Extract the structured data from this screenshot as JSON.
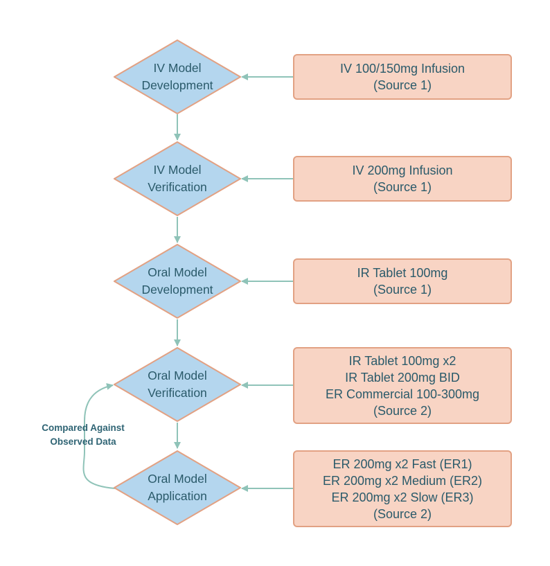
{
  "colors": {
    "diamond_fill": "#b4d6ee",
    "diamond_stroke": "#e2a183",
    "box_fill": "#f8d4c4",
    "box_stroke": "#e2a183",
    "arrow": "#8fc3b8",
    "text": "#2a5a6a"
  },
  "steps": [
    {
      "line1": "IV Model",
      "line2": "Development"
    },
    {
      "line1": "IV Model",
      "line2": "Verification"
    },
    {
      "line1": "Oral Model",
      "line2": "Development"
    },
    {
      "line1": "Oral Model",
      "line2": "Verification"
    },
    {
      "line1": "Oral Model",
      "line2": "Application"
    }
  ],
  "sources": [
    {
      "lines": [
        "IV 100/150mg Infusion",
        "(Source 1)"
      ]
    },
    {
      "lines": [
        "IV 200mg Infusion",
        "(Source 1)"
      ]
    },
    {
      "lines": [
        "IR Tablet 100mg",
        "(Source 1)"
      ]
    },
    {
      "lines": [
        "IR Tablet 100mg x2",
        "IR Tablet 200mg BID",
        "ER Commercial 100-300mg",
        "(Source 2)"
      ]
    },
    {
      "lines": [
        "ER 200mg x2 Fast (ER1)",
        "ER 200mg x2 Medium (ER2)",
        "ER 200mg x2 Slow (ER3)",
        "(Source 2)"
      ]
    }
  ],
  "loop_note": {
    "line1": "Compared Against",
    "line2": "Observed Data"
  }
}
